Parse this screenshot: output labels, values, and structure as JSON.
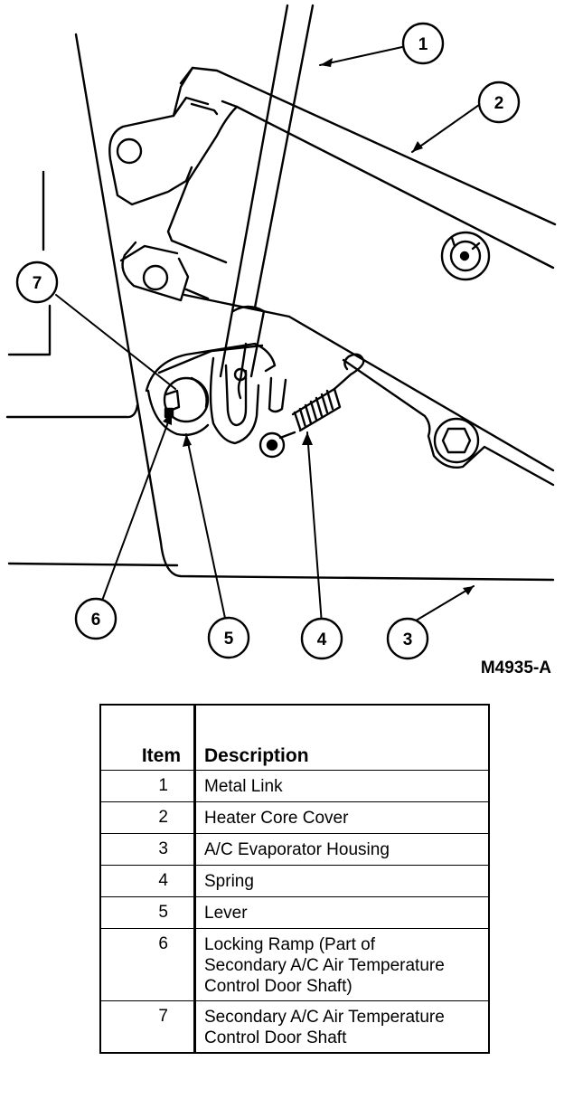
{
  "figure": {
    "id": "M4935-A",
    "callouts": [
      "1",
      "2",
      "3",
      "4",
      "5",
      "6",
      "7"
    ]
  },
  "legend": {
    "header_item": "Item",
    "header_description": "Description",
    "rows": [
      {
        "item": "1",
        "description": "Metal Link"
      },
      {
        "item": "2",
        "description": "Heater Core Cover"
      },
      {
        "item": "3",
        "description": "A/C Evaporator Housing"
      },
      {
        "item": "4",
        "description": "Spring"
      },
      {
        "item": "5",
        "description": "Lever"
      },
      {
        "item": "6",
        "description": "Locking Ramp (Part of Secondary A/C Air Temperature Control Door Shaft)"
      },
      {
        "item": "7",
        "description": "Secondary A/C Air Temperature Control Door Shaft"
      }
    ]
  }
}
